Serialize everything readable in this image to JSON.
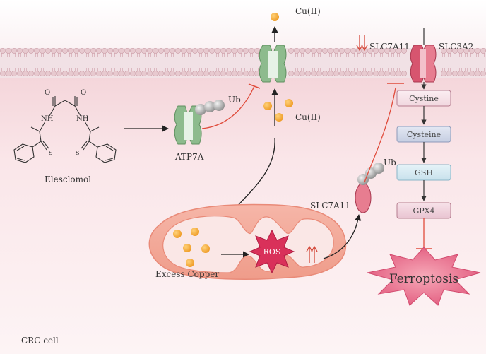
{
  "labels": {
    "cu_top": "Cu(II)",
    "cu_mid": "Cu(II)",
    "slc7a11_membrane": "SLC7A11",
    "slc3a2": "SLC3A2",
    "ub_top": "Ub",
    "atp7a": "ATP7A",
    "elesclomol": "Elesclomol",
    "ub_bottom": "Ub",
    "slc7a11_free": "SLC7A11",
    "excess_copper": "Excess Copper",
    "ros": "ROS",
    "ferroptosis": "Ferroptosis",
    "crc_cell": "CRC cell"
  },
  "pathway": {
    "cystine": "Cystine",
    "cysteine": "Cysteine",
    "gsh": "GSH",
    "gpx4": "GPX4"
  },
  "molecule": {
    "nh_left": "NH",
    "nh_right": "NH",
    "o_left": "O",
    "o_right": "O",
    "s_left": "S",
    "s_right": "S"
  },
  "colors": {
    "membrane": "#e7c9cf",
    "cell": "#f6dde1",
    "atp7a": "#8dbb8d",
    "slc": "#d7556f",
    "copper": "#f3a431",
    "inhibit": "#e04b3b",
    "ros": "#d9315a"
  }
}
